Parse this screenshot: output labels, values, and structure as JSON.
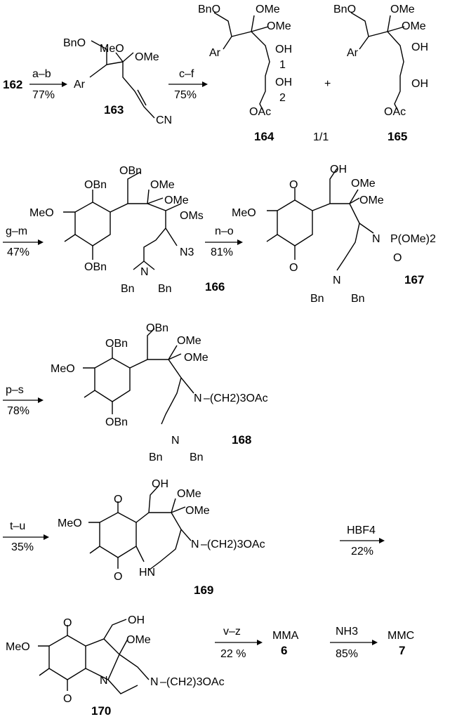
{
  "compounds": {
    "c162": "162",
    "c163": "163",
    "c164": "164",
    "c165": "165",
    "c166": "166",
    "c167": "167",
    "c168": "168",
    "c169": "169",
    "c170": "170",
    "c6": "6",
    "c7": "7"
  },
  "products": {
    "mma": "MMA",
    "mmc": "MMC"
  },
  "steps": [
    {
      "reagents": "a–b",
      "yield": "77%"
    },
    {
      "reagents": "c–f",
      "yield": "75%"
    },
    {
      "reagents": "g–m",
      "yield": "47%"
    },
    {
      "reagents": "n–o",
      "yield": "81%"
    },
    {
      "reagents": "p–s",
      "yield": "78%"
    },
    {
      "reagents": "t–u",
      "yield": "35%"
    },
    {
      "reagents": "HBF4",
      "yield": "22%"
    },
    {
      "reagents": "v–z",
      "yield": "22 %"
    },
    {
      "reagents": "NH3",
      "yield": "85%"
    }
  ],
  "ratio": "1/1",
  "plus": "+",
  "labels": {
    "BnO": "BnO",
    "OBn": "OBn",
    "MeO": "MeO",
    "OMe": "OMe",
    "Ar": "Ar",
    "CN": "CN",
    "OH": "OH",
    "OAc": "OAc",
    "OMs": "OMs",
    "N3": "N3",
    "N": "N",
    "Bn": "Bn",
    "HN": "HN",
    "O": "O",
    "pome2": "P(OMe)2",
    "propylOAc": "–(CH2)3OAc",
    "one": "1",
    "two": "2"
  }
}
